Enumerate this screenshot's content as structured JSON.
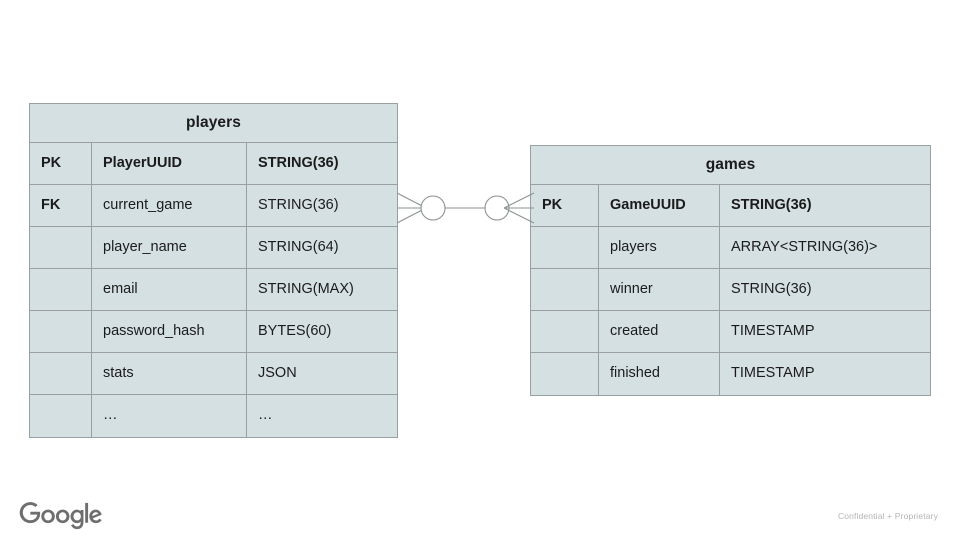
{
  "diagram": {
    "type": "entity-relationship",
    "entities": [
      {
        "name": "players",
        "title": "players",
        "columns": [
          "key",
          "field",
          "type"
        ],
        "rows": [
          {
            "key": "PK",
            "field": "PlayerUUID",
            "type": "STRING(36)",
            "bold": true
          },
          {
            "key": "FK",
            "field": "current_game",
            "type": "STRING(36)",
            "bold": false
          },
          {
            "key": "",
            "field": "player_name",
            "type": "STRING(64)",
            "bold": false
          },
          {
            "key": "",
            "field": "email",
            "type": "STRING(MAX)",
            "bold": false
          },
          {
            "key": "",
            "field": "password_hash",
            "type": "BYTES(60)",
            "bold": false
          },
          {
            "key": "",
            "field": "stats",
            "type": "JSON",
            "bold": false
          },
          {
            "key": "",
            "field": "…",
            "type": "…",
            "bold": false
          }
        ]
      },
      {
        "name": "games",
        "title": "games",
        "columns": [
          "key",
          "field",
          "type"
        ],
        "rows": [
          {
            "key": "PK",
            "field": "GameUUID",
            "type": "STRING(36)",
            "bold": true
          },
          {
            "key": "",
            "field": "players",
            "type": "ARRAY<STRING(36)>",
            "bold": false
          },
          {
            "key": "",
            "field": "winner",
            "type": "STRING(36)",
            "bold": false
          },
          {
            "key": "",
            "field": "created",
            "type": "TIMESTAMP",
            "bold": false
          },
          {
            "key": "",
            "field": "finished",
            "type": "TIMESTAMP",
            "bold": false
          }
        ]
      }
    ],
    "relationship": {
      "from": "players",
      "to": "games",
      "cardinality": "many-to-many",
      "left_notation": "crows-foot-circle",
      "right_notation": "crows-foot-circle"
    }
  },
  "style": {
    "entity_fill": "#d5e0e3",
    "entity_border": "#9aa0a2",
    "connector_color": "#8b9194",
    "text_color": "#1b1b1b",
    "background": "#ffffff"
  },
  "footer": {
    "logo_text": "Google",
    "logo_color": "#6e6e6e",
    "note": "Confidential + Proprietary"
  }
}
